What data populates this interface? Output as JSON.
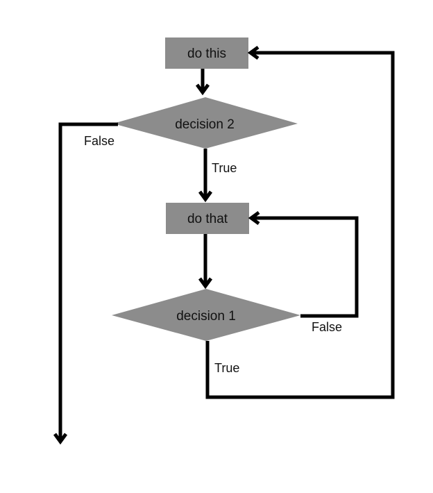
{
  "colors": {
    "background": "#ffffff",
    "node_fill": "#8c8c8c",
    "line": "#000000",
    "text": "#111111"
  },
  "nodes": {
    "do_this": {
      "label": "do this",
      "shape": "rectangle"
    },
    "decision_2": {
      "label": "decision 2",
      "shape": "diamond"
    },
    "do_that": {
      "label": "do that",
      "shape": "rectangle"
    },
    "decision_1": {
      "label": "decision 1",
      "shape": "diamond"
    }
  },
  "edges": [
    {
      "from": "do_this",
      "to": "decision_2",
      "label": ""
    },
    {
      "from": "decision_2",
      "to": "do_that",
      "label": "True"
    },
    {
      "from": "decision_2",
      "to": "exit",
      "label": "False"
    },
    {
      "from": "do_that",
      "to": "decision_1",
      "label": ""
    },
    {
      "from": "decision_1",
      "to": "do_that",
      "label": "False"
    },
    {
      "from": "decision_1",
      "to": "do_this",
      "label": "True"
    }
  ],
  "edge_labels": {
    "decision_2_true": "True",
    "decision_2_false": "False",
    "decision_1_false": "False",
    "decision_1_true": "True"
  }
}
